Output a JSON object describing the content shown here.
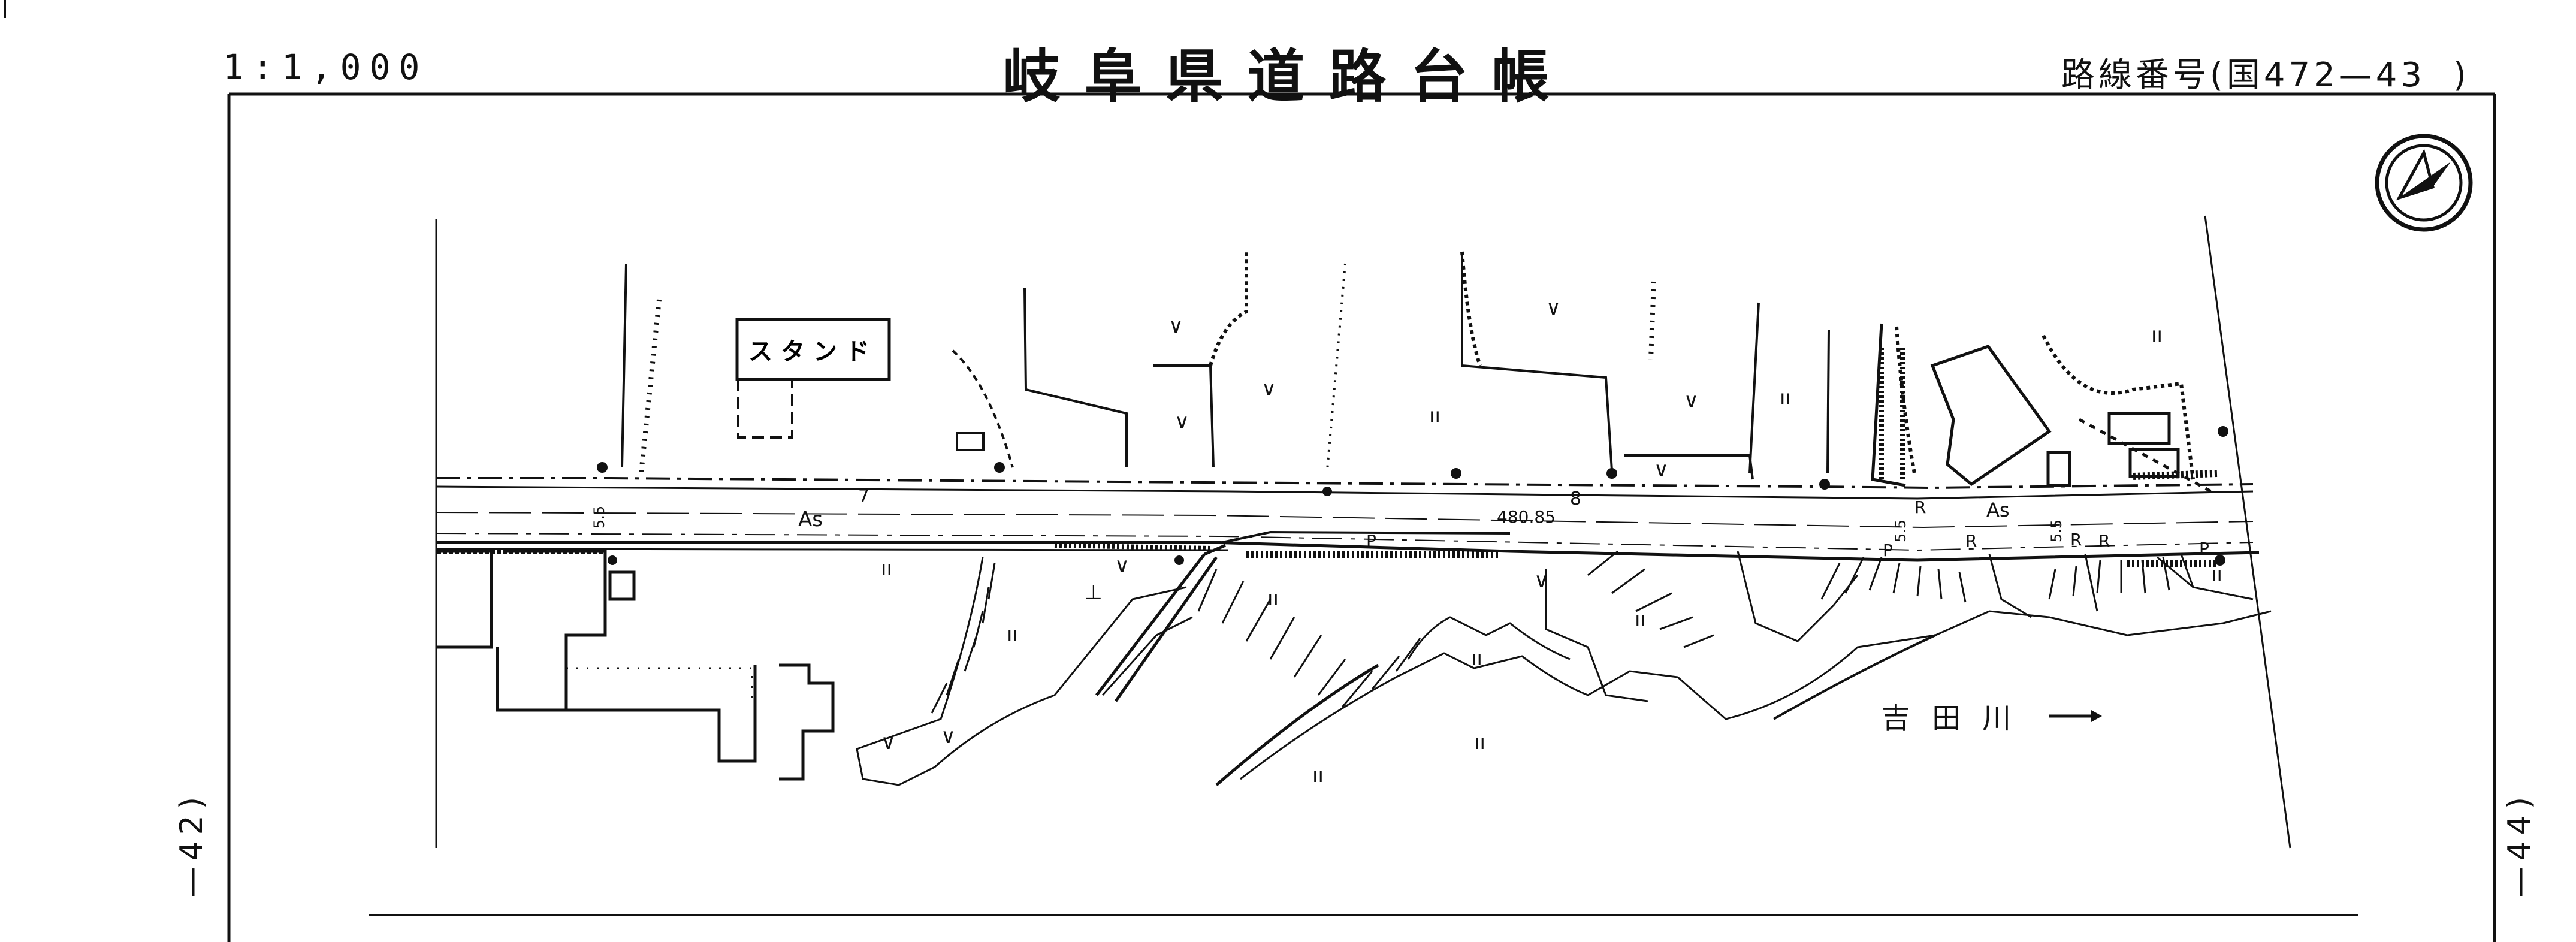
{
  "header": {
    "scale": "1:1,000",
    "title": "岐阜県道路台帳",
    "route_label": "路線番号(国472—43",
    "route_close": ")"
  },
  "side": {
    "left": "—42)",
    "right": "—44)"
  },
  "map": {
    "labels": {
      "stand": "スタンド",
      "river": "吉田川",
      "pavement": "As",
      "pavement2": "As",
      "station_7": "7",
      "station_8": "8",
      "elevation": "480.85",
      "width_1": "5.5",
      "width_2": "5.5",
      "width_3": "5.5",
      "guard_r1": "R",
      "guard_r2": "R",
      "guard_r3": "R",
      "guard_r4": "R",
      "post_p1": "P",
      "post_p2": "P",
      "post_p3": "P"
    },
    "north_arrow": "north-arrow-icon"
  }
}
